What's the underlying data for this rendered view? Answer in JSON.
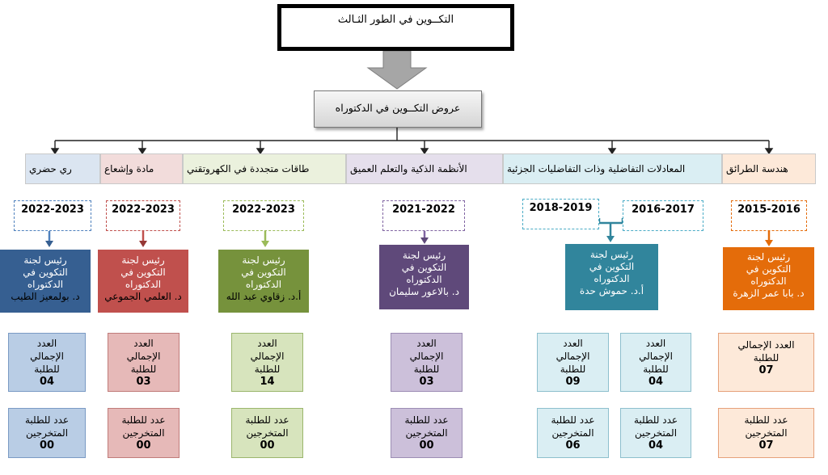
{
  "title": "التكــوين في الطور الثـالث",
  "subtitle": "عروض التكــوين في الدكتوراه",
  "programs": [
    {
      "name": "هندسة الطرائق",
      "color": "#fde9d9"
    },
    {
      "name": "المعادلات التفاضلية وذات التفاضليات الجزئية",
      "color": "#daeef3"
    },
    {
      "name": "الأنظمة الذكية والتعلم العميق",
      "color": "#e5dfec"
    },
    {
      "name": "طاقات متجددة في الكهروتقني",
      "color": "#ebf1dd"
    },
    {
      "name": "مادة وإشعاع",
      "color": "#f2dcdb"
    },
    {
      "name": "ري حضري",
      "color": "#dbe5f1"
    }
  ],
  "years": [
    "2015-2016",
    "2016-2017",
    "2018-2019",
    "2021-2022",
    "2022-2023",
    "2022-2023",
    "2022-2023"
  ],
  "heads": [
    {
      "role": "رئيس لجنة التكوين في الدكتوراه",
      "name": "د. بابا عمر الزهرة",
      "color": "#e46c0a"
    },
    {
      "role": "رئيس لجنة التكوين في الدكتوراه",
      "name": "أ.د. حموش حدة",
      "color": "#31859c"
    },
    {
      "role": "رئيس لجنة التكوين في الدكتوراه",
      "name": "د. بالاعور سليمان",
      "color": "#5f497a"
    },
    {
      "role": "رئيس لجنة التكوين في الدكتوراه",
      "name": "أ.د. زقاوي عبد الله",
      "color": "#76923c"
    },
    {
      "role": "رئيس لجنة التكوين في الدكتوراه",
      "name": "د. العلمي الجموعي",
      "color": "#c0504d"
    },
    {
      "role": "رئيس لجنة التكوين في الدكتوراه",
      "name": "د. بولمعيز الطيب",
      "color": "#365f91"
    }
  ],
  "stats": {
    "total_label": "العدد الإجمالي للطلبة",
    "graduated_label": "عدد للطلبة المتخرجين",
    "columns": [
      {
        "total": "07",
        "graduated": "07",
        "bg": "#fde9d9",
        "border": "#e6a17a"
      },
      {
        "total": "04",
        "graduated": "04",
        "bg": "#daeef3",
        "border": "#8dbfcd"
      },
      {
        "total": "09",
        "graduated": "06",
        "bg": "#daeef3",
        "border": "#8dbfcd"
      },
      {
        "total": "03",
        "graduated": "00",
        "bg": "#ccc0da",
        "border": "#9c8db4"
      },
      {
        "total": "14",
        "graduated": "00",
        "bg": "#d7e4bd",
        "border": "#9bb66d"
      },
      {
        "total": "03",
        "graduated": "00",
        "bg": "#e6b9b8",
        "border": "#c07c7a"
      },
      {
        "total": "04",
        "graduated": "00",
        "bg": "#b9cde5",
        "border": "#7a9ac4"
      }
    ]
  },
  "dash_colors": [
    "#e46c0a",
    "#4bacc6",
    "#4bacc6",
    "#8064a2",
    "#9bbb59",
    "#c0504d",
    "#4f81bd"
  ]
}
